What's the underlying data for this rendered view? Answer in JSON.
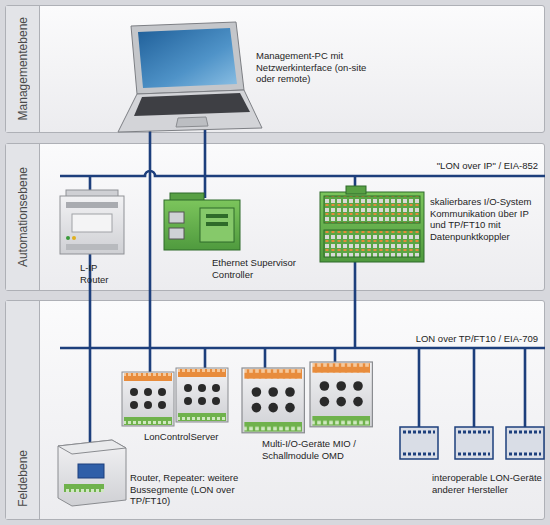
{
  "diagram": {
    "nodes": [
      {
        "text": [
          "Managementebene"
        ]
      },
      {
        "text": [
          "Management-PC mit Netzwerkinterface (on-site oder remote)"
        ],
        "in": 0
      },
      {
        "text": [
          "Automationsebene"
        ]
      },
      {
        "text": [
          "L-IP Router"
        ],
        "in": 2
      },
      {
        "text": [
          "Ethernet Supervisor Controller"
        ],
        "in": 2
      },
      {
        "text": [
          "skalierbares I/O-System Kommunikation über IP und TP/FT10 mit Datenpunktkoppler"
        ],
        "in": 2
      },
      {
        "text": [
          "Feldebene"
        ]
      },
      {
        "text": [
          "LonControlServer"
        ],
        "in": 6
      },
      {
        "text": [
          "Multi-I/O-Geräte MIO / Schallmodule OMD"
        ],
        "in": 6
      },
      {
        "text": [
          "Router, Repeater: weitere Bussegmente (LON over TP/FT10)"
        ],
        "in": 6
      },
      {
        "text": [
          "interoperable LON-Geräte anderer Hersteller"
        ],
        "in": 6
      }
    ],
    "labels": [
      "\"LON over IP\" / EIA-852",
      "LON over TP/FT10 / EIA-709"
    ]
  }
}
